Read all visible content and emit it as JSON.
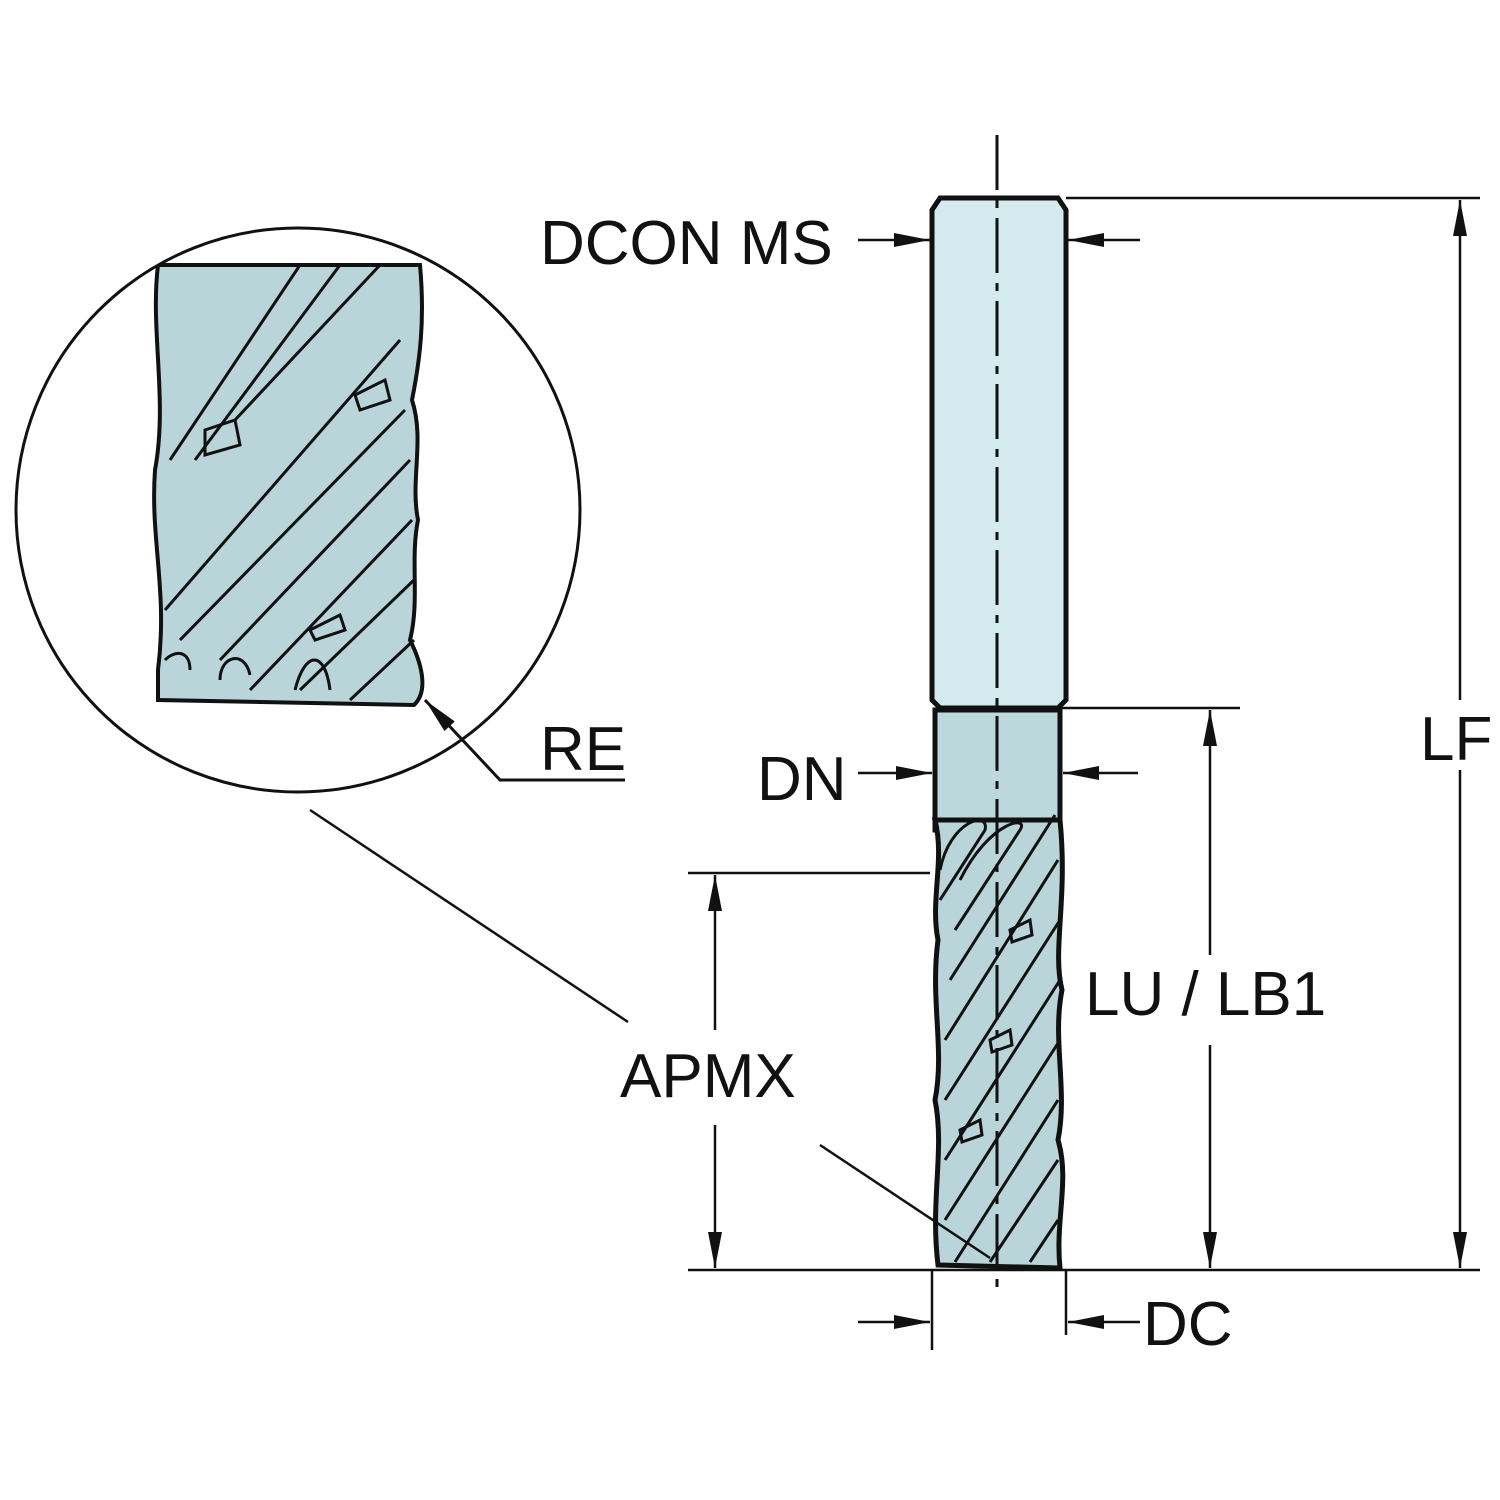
{
  "labels": {
    "dcon_ms": "DCON MS",
    "dn": "DN",
    "dc": "DC",
    "lf": "LF",
    "lu_lb1": "LU / LB1",
    "apmx": "APMX",
    "re": "RE"
  },
  "colors": {
    "shank": "#d3ebef",
    "neck": "#bdd8dc",
    "flute": "#b9d5d9",
    "line": "#111111"
  }
}
